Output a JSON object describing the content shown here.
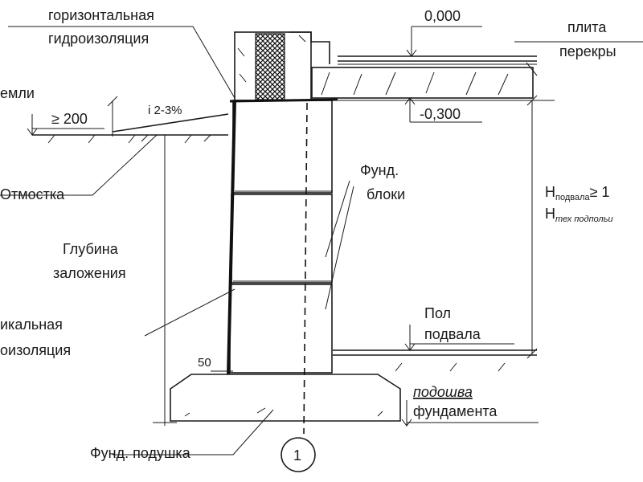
{
  "labels": {
    "horizontal_waterproofing": [
      "горизонтальная",
      "гидроизоляция"
    ],
    "level_zero": "0,000",
    "slab": [
      "плита",
      "перекры"
    ],
    "ground": "емли",
    "ge_200": "≥ 200",
    "slope": "i 2-3%",
    "level_minus": "-0,300",
    "blind_area": "Отмостка",
    "fund_blocks": [
      "Фунд.",
      "блоки"
    ],
    "depth": [
      "Глубина",
      "заложения"
    ],
    "vertical_waterproofing": [
      "икальная",
      "оизоляция"
    ],
    "basement_floor": [
      "Пол",
      "подвала"
    ],
    "dim_50": "50",
    "footing_bottom": [
      "подошва",
      "фундамента"
    ],
    "fund_pad": "Фунд. подушка",
    "section_number": "1"
  },
  "height_labels": {
    "h1_main": "H",
    "h1_sub": "подвала",
    "h1_rest": "≥ 1",
    "h2_main": "H",
    "h2_sub": "тех подпольи"
  }
}
